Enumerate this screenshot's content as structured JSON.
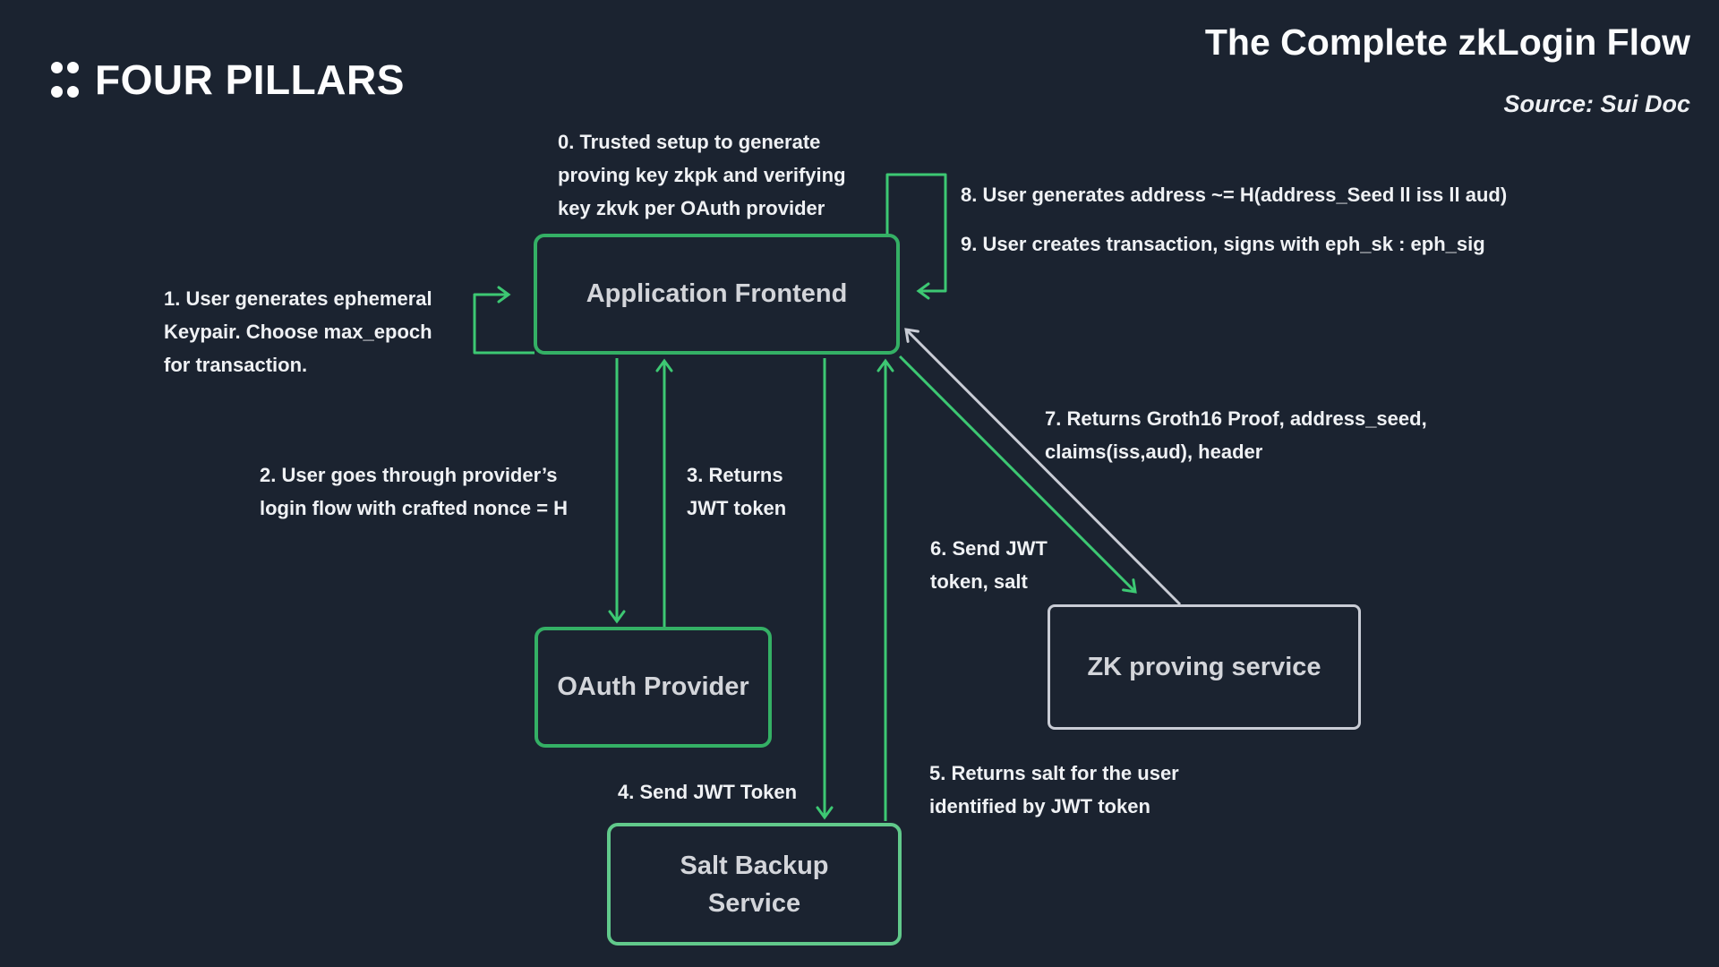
{
  "colors": {
    "background": "#1b2330",
    "arrow_green": "#3dc873",
    "node_border_green": "#34b065",
    "salt_border_green": "#61c98b",
    "neutral_gray": "#c9ccd5",
    "node_label": "#d3d5da",
    "annotation_text": "#eff1f4"
  },
  "header": {
    "logo_text": "FOUR PILLARS",
    "title": "The Complete zkLogin Flow",
    "source": "Source:  Sui Doc"
  },
  "nodes": {
    "app": {
      "label": "Application Frontend"
    },
    "oauth": {
      "label": "OAuth Provider"
    },
    "zk": {
      "label": "ZK proving service"
    },
    "salt": {
      "lines": [
        "Salt Backup",
        "Service"
      ]
    }
  },
  "annotations": {
    "a0": {
      "lines": [
        "0. Trusted setup to generate",
        "proving key zkpk and verifying",
        "key zkvk per OAuth provider"
      ]
    },
    "a1": {
      "lines": [
        "1. User generates ephemeral",
        "Keypair. Choose max_epoch",
        "for transaction."
      ]
    },
    "a2": {
      "lines": [
        "2. User goes through provider’s",
        "login flow with crafted nonce = H"
      ]
    },
    "a3": {
      "lines": [
        "3. Returns",
        "JWT token"
      ]
    },
    "a4": {
      "lines": [
        "4. Send JWT Token"
      ]
    },
    "a5": {
      "lines": [
        "5. Returns salt for the user",
        "identified by JWT token"
      ]
    },
    "a6": {
      "lines": [
        "6. Send JWT",
        "token, salt"
      ]
    },
    "a7": {
      "lines": [
        "7. Returns Groth16 Proof, address_seed,",
        "claims(iss,aud), header"
      ]
    },
    "a8": {
      "lines": [
        "8. User generates address ~= H(address_Seed ll iss ll aud)"
      ]
    },
    "a9": {
      "lines": [
        "9. User creates transaction, signs with eph_sk : eph_sig"
      ]
    }
  }
}
